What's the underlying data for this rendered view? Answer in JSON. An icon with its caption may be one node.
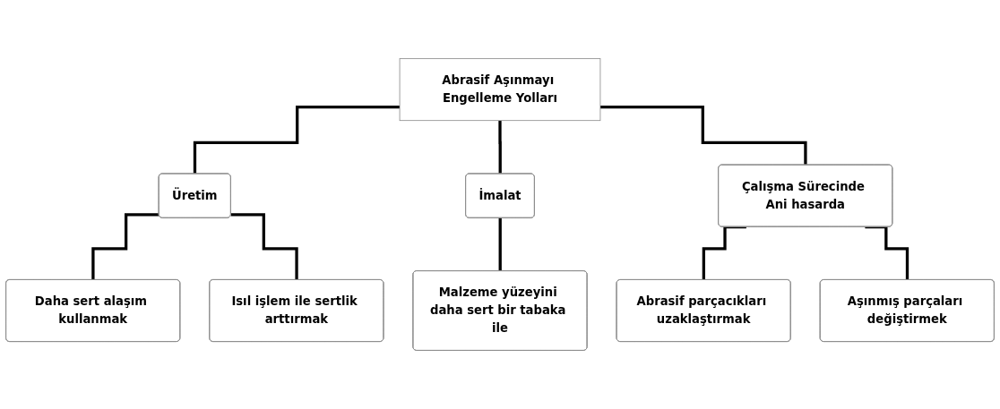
{
  "diagram": {
    "nodes": [
      {
        "text": [
          "Abrasif Aşınmayı Engelleme Yolları"
        ]
      },
      {
        "text": [
          "Üretim"
        ]
      },
      {
        "text": [
          "İmalat"
        ]
      },
      {
        "text": [
          "Çalışma Sürecinde Ani hasarda"
        ]
      },
      {
        "text": [
          "Daha sert alaşım kullanmak"
        ]
      },
      {
        "text": [
          "Isıl işlem ile sertlik arttırmak"
        ]
      },
      {
        "text": [
          "Malzeme yüzeyini daha sert bir tabaka ile"
        ]
      },
      {
        "text": [
          "Abrasif parçacıkları uzaklaştırmak"
        ]
      },
      {
        "text": [
          "Aşınmış parçaları değiştirmek"
        ]
      }
    ],
    "edges": [
      {
        "from": 0,
        "to": 1,
        "arrow": "none"
      },
      {
        "from": 0,
        "to": 2,
        "arrow": "none"
      },
      {
        "from": 0,
        "to": 3,
        "arrow": "none"
      },
      {
        "from": 1,
        "to": 4,
        "arrow": "none"
      },
      {
        "from": 1,
        "to": 5,
        "arrow": "none"
      },
      {
        "from": 2,
        "to": 6,
        "arrow": "none"
      },
      {
        "from": 3,
        "to": 7,
        "arrow": "none"
      },
      {
        "from": 3,
        "to": 8,
        "arrow": "none"
      }
    ]
  }
}
